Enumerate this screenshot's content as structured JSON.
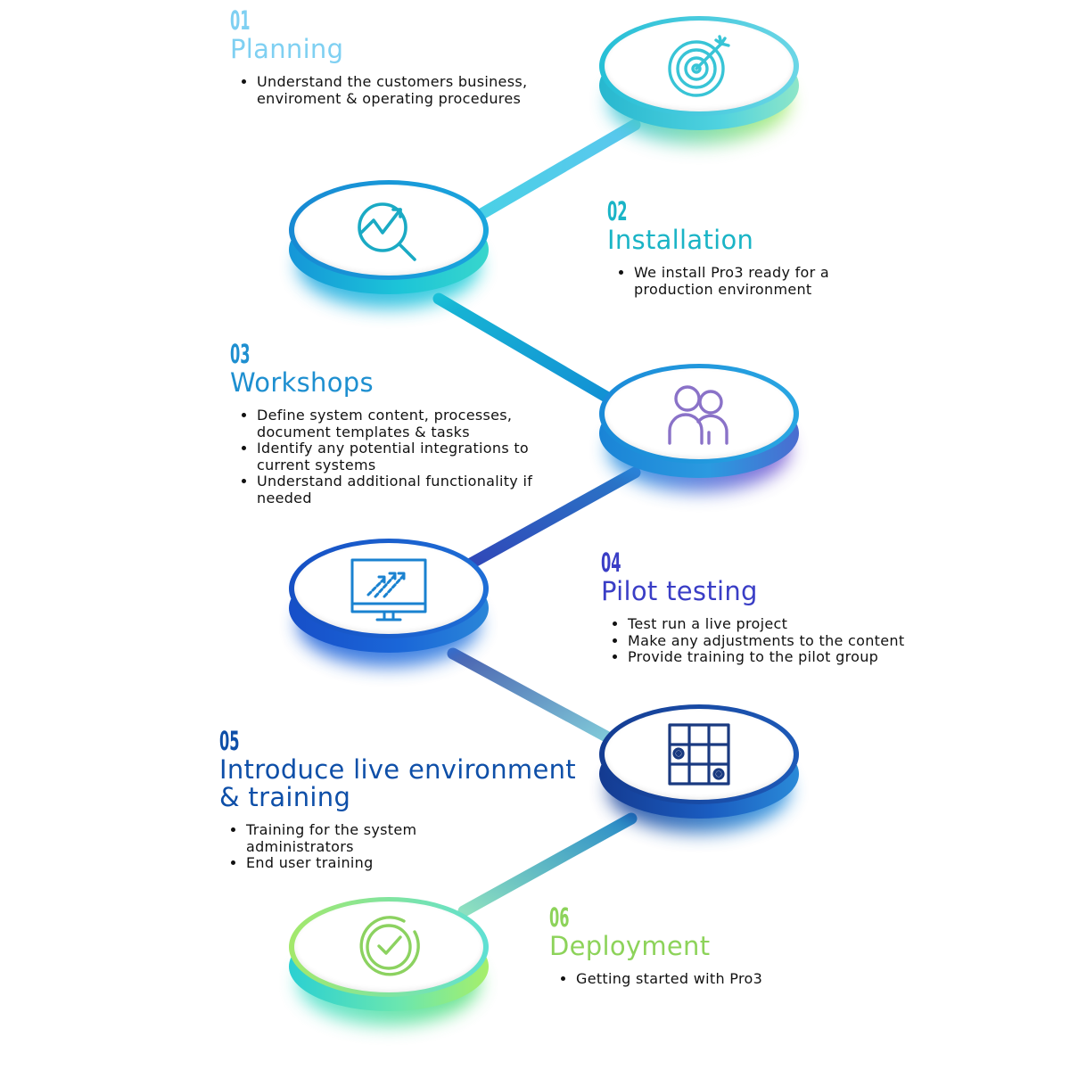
{
  "steps": [
    {
      "number": "01",
      "title": "Planning",
      "color": "#7fd0f2",
      "bullets": [
        "Understand the customers business, enviroment & operating procedures"
      ],
      "icon": "target-icon"
    },
    {
      "number": "02",
      "title": "Installation",
      "color": "#1ab4c6",
      "bullets": [
        "We install Pro3 ready for a production environment"
      ],
      "icon": "analytics-magnifier-icon"
    },
    {
      "number": "03",
      "title": "Workshops",
      "color": "#1e8fd0",
      "bullets": [
        "Define system content, processes, document templates & tasks",
        "Identify any potential integrations to current systems",
        "Understand additional functionality if needed"
      ],
      "icon": "users-icon"
    },
    {
      "number": "04",
      "title": "Pilot testing",
      "color": "#3a3ec6",
      "bullets": [
        "Test run a live project",
        "Make any adjustments to the content",
        "Provide training to the pilot group"
      ],
      "icon": "monitor-growth-icon"
    },
    {
      "number": "05",
      "title": "Introduce live environment & training",
      "color": "#0e4fa8",
      "bullets": [
        "Training for the system administrators",
        "End user training"
      ],
      "icon": "grid-strategy-icon"
    },
    {
      "number": "06",
      "title": "Deployment",
      "color": "#8dd35a",
      "bullets": [
        "Getting started with Pro3"
      ],
      "icon": "check-circle-icon"
    }
  ]
}
